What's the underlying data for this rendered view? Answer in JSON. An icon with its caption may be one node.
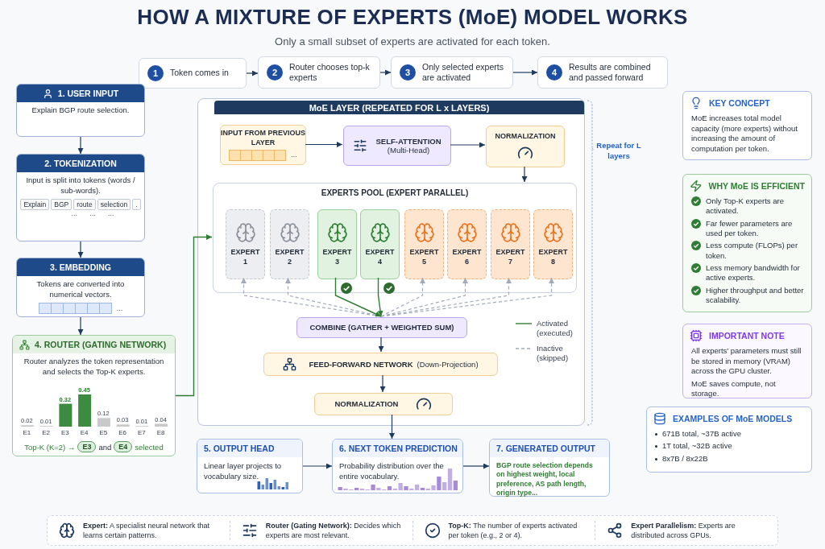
{
  "diagram": {
    "title": "HOW A MIXTURE OF EXPERTS (MoE) MODEL WORKS",
    "nodes": [
      {
        "text": [
          "1",
          "Token comes in"
        ]
      },
      {
        "text": [
          "2",
          "Router chooses top-k experts"
        ]
      },
      {
        "text": [
          "3",
          "Only selected experts are activated"
        ]
      },
      {
        "text": [
          "4",
          "Results are combined and passed forward"
        ]
      },
      {
        "text": [
          "1. USER INPUT",
          "Explain BGP route selection."
        ]
      },
      {
        "text": [
          "2. TOKENIZATION",
          "Input is split into tokens (words / sub-words).",
          "Explain",
          "BGP",
          "route",
          "selection",
          ".",
          "...",
          "...",
          "..."
        ]
      },
      {
        "text": [
          "3. EMBEDDING",
          "Tokens are converted into numerical vectors.",
          "..."
        ]
      },
      {
        "text": [
          "4. ROUTER (GATING NETWORK)",
          "Router analyzes the token representation and selects the Top-K experts.",
          "Top-K (K=2) →",
          "E3",
          "and",
          "E4",
          "selected"
        ]
      },
      {
        "text": [
          "MoE LAYER (REPEATED FOR L x LAYERS)"
        ],
        "beside": [
          "Repeat for L layers"
        ]
      },
      {
        "text": [
          "INPUT FROM PREVIOUS LAYER",
          "..."
        ],
        "in": 8
      },
      {
        "text": [
          "SELF-ATTENTION",
          "(Multi-Head)"
        ],
        "in": 8
      },
      {
        "text": [
          "NORMALIZATION"
        ],
        "in": 8
      },
      {
        "text": [
          "EXPERTS POOL (EXPERT PARALLEL)"
        ],
        "in": 8
      },
      {
        "text": [
          "EXPERT 1"
        ],
        "in": 12
      },
      {
        "text": [
          "EXPERT 2"
        ],
        "in": 12
      },
      {
        "text": [
          "EXPERT 3"
        ],
        "in": 12
      },
      {
        "text": [
          "EXPERT 4"
        ],
        "in": 12
      },
      {
        "text": [
          "EXPERT 5"
        ],
        "in": 12
      },
      {
        "text": [
          "EXPERT 6"
        ],
        "in": 12
      },
      {
        "text": [
          "EXPERT 7"
        ],
        "in": 12
      },
      {
        "text": [
          "EXPERT 8"
        ],
        "in": 12
      },
      {
        "text": [
          "COMBINE (GATHER + WEIGHTED SUM)"
        ],
        "in": 8
      },
      {
        "text": [
          "FEED-FORWARD NETWORK",
          "(Down-Projection)"
        ],
        "in": 8
      },
      {
        "text": [
          "NORMALIZATION"
        ],
        "in": 8
      },
      {
        "text": [
          "5. OUTPUT HEAD",
          "Linear layer projects to vocabulary size."
        ]
      },
      {
        "text": [
          "6. NEXT TOKEN PREDICTION",
          "Probability distribution over the entire vocabulary."
        ]
      },
      {
        "text": [
          "7. GENERATED OUTPUT",
          "BGP route selection depends on highest weight, local preference, AS path length, origin type..."
        ]
      },
      {
        "text": [
          "KEY CONCEPT",
          "MoE increases total model capacity (more experts) without increasing the amount of computation per token."
        ]
      },
      {
        "text": [
          "WHY MoE IS EFFICIENT",
          "Only Top-K experts are activated.",
          "Far fewer parameters are used per token.",
          "Less compute (FLOPs) per token.",
          "Less memory bandwidth for active experts.",
          "Higher throughput and better scalability."
        ]
      },
      {
        "text": [
          "IMPORTANT NOTE",
          "All experts' parameters must still be stored in memory (VRAM) across the GPU cluster.",
          "MoE saves compute, not storage."
        ]
      },
      {
        "text": [
          "EXAMPLES OF MoE MODELS",
          "671B total, ~37B active",
          "1T total, ~32B active",
          "8x7B / 8x22B"
        ]
      },
      {
        "text": [
          "**Expert:** A specialist neural network that learns certain patterns.",
          "**Router (Gating Network):** Decides which experts are most relevant.",
          "**Top-K:** The number of experts activated per token (e.g., 2 or 4).",
          "**Expert Parallelism:** Experts are distributed across GPUs."
        ]
      }
    ],
    "edges": [
      {
        "from": 0,
        "to": 1,
        "arrow": "to"
      },
      {
        "from": 1,
        "to": 2,
        "arrow": "to"
      },
      {
        "from": 2,
        "to": 3,
        "arrow": "to"
      },
      {
        "from": 4,
        "to": 5,
        "arrow": "to"
      },
      {
        "from": 5,
        "to": 6,
        "arrow": "to"
      },
      {
        "from": 6,
        "to": 7,
        "arrow": "to"
      },
      {
        "from": 7,
        "to": 12,
        "arrow": "to",
        "color": "#2e7d32"
      },
      {
        "from": 9,
        "to": 10,
        "arrow": "to"
      },
      {
        "from": 10,
        "to": 11,
        "arrow": "to"
      },
      {
        "from": 11,
        "to": 12,
        "arrow": "to"
      },
      {
        "from": 21,
        "to": 13,
        "arrow": "to",
        "style": "dashed",
        "color": "#a3abbb"
      },
      {
        "from": 21,
        "to": 14,
        "arrow": "to",
        "style": "dashed",
        "color": "#a3abbb"
      },
      {
        "from": 15,
        "to": 21,
        "arrow": "to",
        "color": "#2e7d32"
      },
      {
        "from": 16,
        "to": 21,
        "arrow": "to",
        "color": "#2e7d32"
      },
      {
        "from": 21,
        "to": 17,
        "arrow": "to",
        "style": "dashed",
        "color": "#a3abbb"
      },
      {
        "from": 21,
        "to": 18,
        "arrow": "to",
        "style": "dashed",
        "color": "#a3abbb"
      },
      {
        "from": 21,
        "to": 19,
        "arrow": "to",
        "style": "dashed",
        "color": "#a3abbb"
      },
      {
        "from": 21,
        "to": 20,
        "arrow": "to",
        "style": "dashed",
        "color": "#a3abbb"
      },
      {
        "from": 21,
        "to": 22,
        "arrow": "to"
      },
      {
        "from": 22,
        "to": 23,
        "arrow": "to"
      },
      {
        "from": 23,
        "to": 25,
        "arrow": "to"
      },
      {
        "from": 24,
        "to": 25,
        "arrow": "to"
      },
      {
        "from": 25,
        "to": 26,
        "arrow": "to"
      }
    ],
    "labels": [
      "Only a small subset of experts are activated for each token."
    ],
    "legend": [
      {
        "text": "Activated (executed)"
      },
      {
        "text": "Inactive (skipped)"
      }
    ],
    "chart_data": {
      "type": "bar",
      "categories": [
        "E1",
        "E2",
        "E3",
        "E4",
        "E5",
        "E6",
        "E7",
        "E8"
      ],
      "values": [
        0.02,
        0.01,
        0.32,
        0.45,
        0.12,
        0.03,
        0.01,
        0.04
      ],
      "data_labels": true
    }
  }
}
